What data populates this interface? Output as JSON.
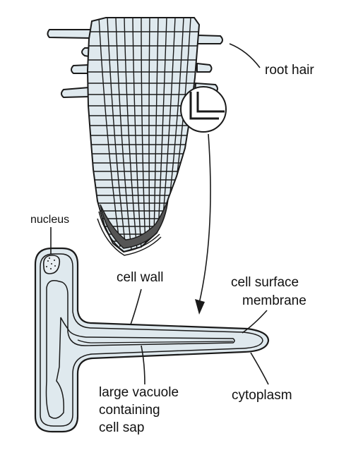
{
  "labels": {
    "root_hair": "root hair",
    "nucleus": "nucleus",
    "cell_wall": "cell wall",
    "cell_surface_membrane_line1": "cell surface",
    "cell_surface_membrane_line2": "membrane",
    "cytoplasm": "cytoplasm",
    "vacuole_line1": "large vacuole",
    "vacuole_line2": "containing",
    "vacuole_line3": "cell sap"
  },
  "colors": {
    "cell_fill": "#dfe9ee",
    "outline": "#1a1a1a",
    "root_cap_shade": "#555555"
  }
}
